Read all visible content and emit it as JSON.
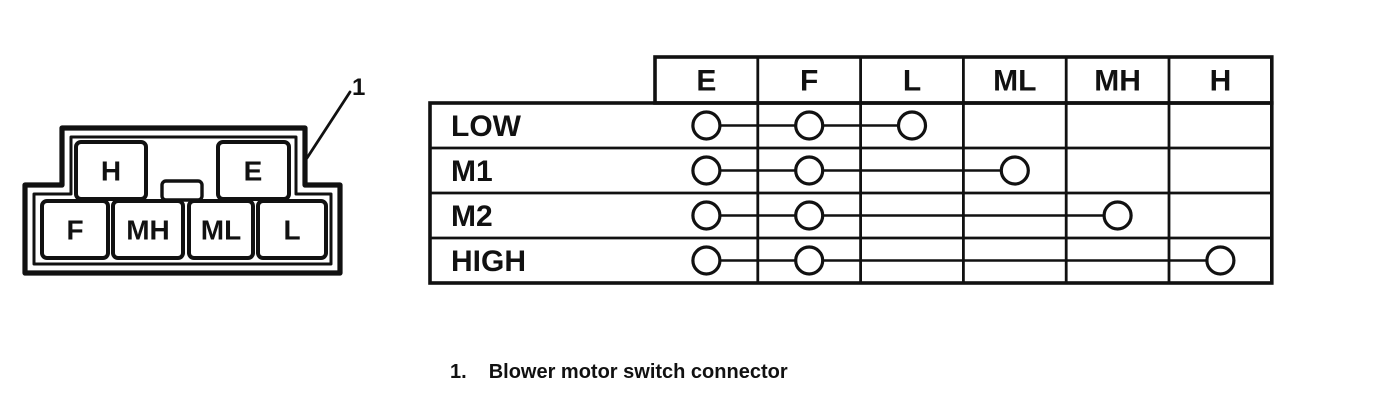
{
  "connector": {
    "callout": "1",
    "pins": {
      "top": [
        "H",
        "E"
      ],
      "bottom": [
        "F",
        "MH",
        "ML",
        "L"
      ]
    }
  },
  "table": {
    "columns": [
      "E",
      "F",
      "L",
      "ML",
      "MH",
      "H"
    ],
    "rows": [
      {
        "label": "LOW",
        "connected": [
          "E",
          "F",
          "L"
        ]
      },
      {
        "label": "M1",
        "connected": [
          "E",
          "F",
          "ML"
        ]
      },
      {
        "label": "M2",
        "connected": [
          "E",
          "F",
          "MH"
        ]
      },
      {
        "label": "HIGH",
        "connected": [
          "E",
          "F",
          "H"
        ]
      }
    ]
  },
  "caption": {
    "number": "1.",
    "text": "Blower motor switch connector"
  },
  "colors": {
    "ink": "#111111",
    "paper": "#ffffff"
  }
}
